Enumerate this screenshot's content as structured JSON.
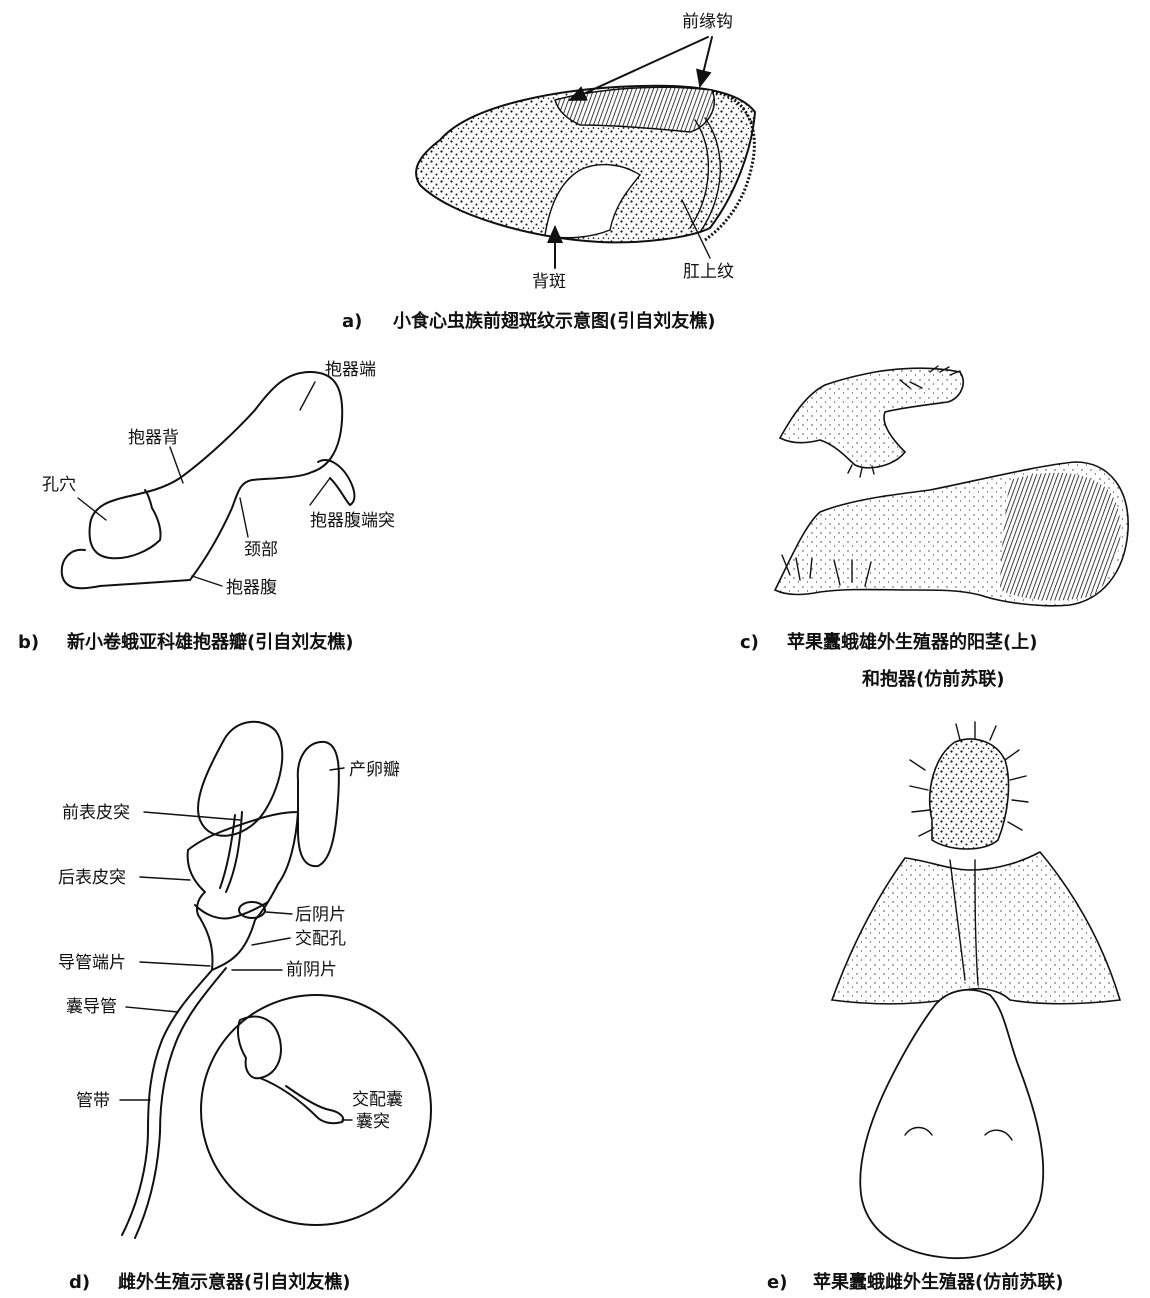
{
  "panel_a": {
    "labels": {
      "costal_hooks": "前缘钩",
      "dorsal_patch": "背斑",
      "ocellus": "肛上纹"
    },
    "caption": {
      "letter": "a)",
      "text": "小食心虫族前翅斑纹示意图(引自刘友樵)"
    }
  },
  "panel_b": {
    "labels": {
      "cucullus": "抱器端",
      "costa": "抱器背",
      "hole": "孔穴",
      "ventral_process": "抱器腹端突",
      "neck": "颈部",
      "sacculus": "抱器腹"
    },
    "caption": {
      "letter": "b)",
      "text": "新小卷蛾亚科雄抱器瓣(引自刘友樵)"
    }
  },
  "panel_c": {
    "caption": {
      "letter": "c)",
      "line1": "苹果蠹蛾雄外生殖器的阳茎(上)",
      "line2": "和抱器(仿前苏联)"
    }
  },
  "panel_d": {
    "labels": {
      "papilla": "产卵瓣",
      "apophysis_anterior": "前表皮突",
      "apophysis_posterior": "后表皮突",
      "lamella_postvaginalis": "后阴片",
      "ostium": "交配孔",
      "colliculum": "导管端片",
      "lamella_antevaginalis": "前阴片",
      "ductus": "囊导管",
      "cestum": "管带",
      "bursa": "交配囊",
      "signum": "囊突"
    },
    "caption": {
      "letter": "d)",
      "text": "雌外生殖示意器(引自刘友樵)"
    }
  },
  "panel_e": {
    "caption": {
      "letter": "e)",
      "text": "苹果蠹蛾雌外生殖器(仿前苏联)"
    }
  }
}
